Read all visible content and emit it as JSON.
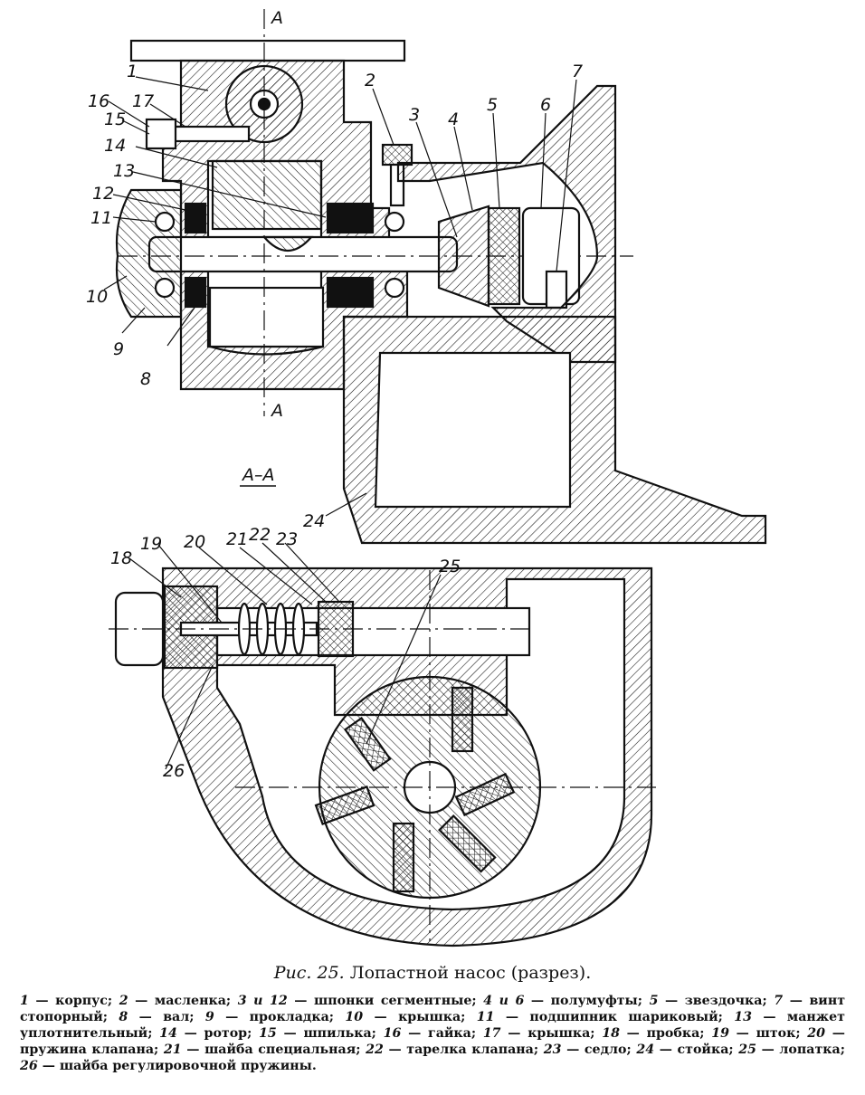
{
  "section": {
    "marker_top": "А",
    "marker_bottom": "А",
    "view_title": "А–А"
  },
  "callouts": [
    "1",
    "2",
    "3",
    "4",
    "5",
    "6",
    "7",
    "8",
    "9",
    "10",
    "11",
    "12",
    "13",
    "14",
    "15",
    "16",
    "17",
    "18",
    "19",
    "20",
    "21",
    "22",
    "23",
    "24",
    "25",
    "26"
  ],
  "caption": {
    "fig": "Рис. 25.",
    "title": "Лопастной насос (разрез)."
  },
  "legend": [
    {
      "num": "1",
      "text": "корпус;"
    },
    {
      "num": "2",
      "text": "масленка;"
    },
    {
      "num": "3 и 12",
      "text": "шпонки сегментные;"
    },
    {
      "num": "4 и 6",
      "text": "полумуфты;"
    },
    {
      "num": "5",
      "text": "звездочка;"
    },
    {
      "num": "7",
      "text": "винт стопорный;"
    },
    {
      "num": "8",
      "text": "вал;"
    },
    {
      "num": "9",
      "text": "прокладка;"
    },
    {
      "num": "10",
      "text": "крышка;"
    },
    {
      "num": "11",
      "text": "подшипник шариковый;"
    },
    {
      "num": "13",
      "text": "манжет уплотнительный;"
    },
    {
      "num": "14",
      "text": "ротор;"
    },
    {
      "num": "15",
      "text": "шпилька;"
    },
    {
      "num": "16",
      "text": "гайка;"
    },
    {
      "num": "17",
      "text": "крышка;"
    },
    {
      "num": "18",
      "text": "пробка;"
    },
    {
      "num": "19",
      "text": "шток;"
    },
    {
      "num": "20",
      "text": "пружина клапана;"
    },
    {
      "num": "21",
      "text": "шайба специальная;"
    },
    {
      "num": "22",
      "text": "тарелка клапана;"
    },
    {
      "num": "23",
      "text": "седло;"
    },
    {
      "num": "24",
      "text": "стойка;"
    },
    {
      "num": "25",
      "text": "лопатка;"
    },
    {
      "num": "26",
      "text": "шайба регулировочной пружины."
    }
  ]
}
